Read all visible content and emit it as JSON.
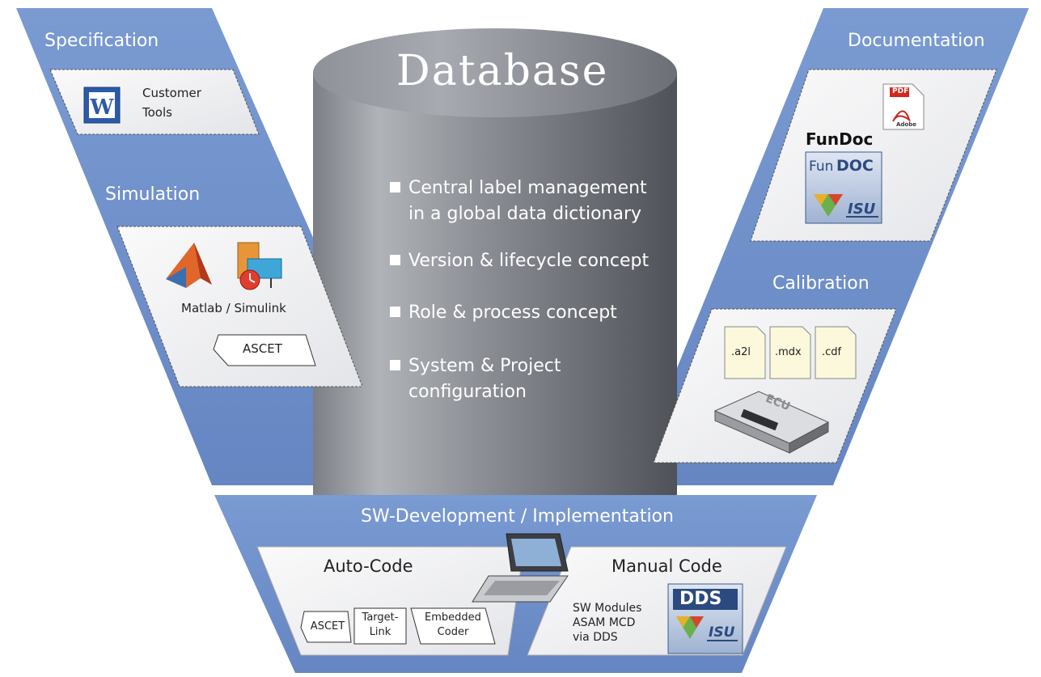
{
  "database": {
    "title": "Database",
    "bullets": [
      "Central label management",
      "in a global data dictionary",
      "Version & lifecycle concept",
      "Role & process concept",
      "System & Project",
      "configuration"
    ]
  },
  "specification": {
    "title": "Specification",
    "tool_label_1": "Customer",
    "tool_label_2": "Tools"
  },
  "simulation": {
    "title": "Simulation",
    "tools_label": "Matlab / Simulink",
    "ascet_label": "ASCET"
  },
  "documentation": {
    "title": "Documentation",
    "pdf_label": "PDF",
    "adobe_label": "Adobe",
    "fundoc_label": "FunDoc",
    "fundoc_logo_fun": "Fun",
    "fundoc_logo_doc": "DOC",
    "isu_label": "ISU"
  },
  "calibration": {
    "title": "Calibration",
    "files": [
      ".a2l",
      ".mdx",
      ".cdf"
    ],
    "ecu_label": "ECU"
  },
  "sw_development": {
    "title": "SW-Development / Implementation",
    "auto_code": {
      "title": "Auto-Code",
      "tool_1": "ASCET",
      "tool_2_line1": "Target-",
      "tool_2_line2": "Link",
      "tool_3_line1": "Embedded",
      "tool_3_line2": "Coder"
    },
    "manual_code": {
      "title": "Manual Code",
      "line_1": "SW Modules",
      "line_2": "ASAM MCD",
      "line_3": "via DDS",
      "dds_label": "DDS",
      "isu_label": "ISU"
    }
  },
  "colors": {
    "band_blue": "#6d8ec8",
    "band_blue_dark": "#5a7bb8",
    "cylinder_dark": "#5e6168",
    "cylinder_light": "#a9acb2",
    "card_bg": "#f2f2f4"
  }
}
